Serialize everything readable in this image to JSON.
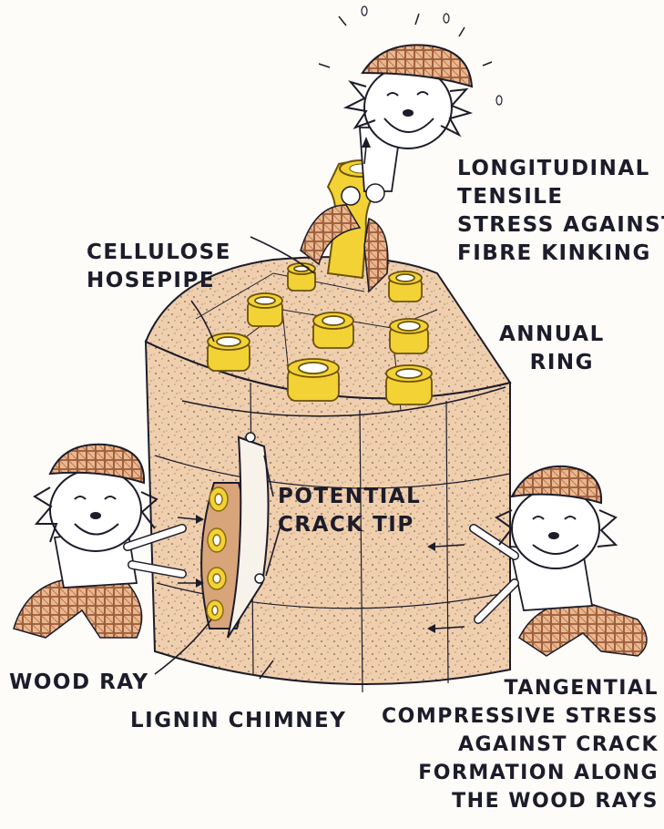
{
  "labels": {
    "longitudinal": [
      "LONGITUDINAL",
      "TENSILE",
      "STRESS AGAINST",
      "FIBRE KINKING"
    ],
    "cellulose": [
      "CELLULOSE",
      "HOSEPIPE"
    ],
    "annual": [
      "ANNUAL",
      "RING"
    ],
    "crack": [
      "POTENTIAL",
      "CRACK TIP"
    ],
    "wood_ray": "WOOD RAY",
    "lignin": "LIGNIN CHIMNEY",
    "tangential": [
      "TANGENTIAL",
      "COMPRESSIVE STRESS",
      "AGAINST CRACK",
      "FORMATION ALONG",
      "THE WOOD RAYS"
    ]
  },
  "colors": {
    "wood": "#f0cfae",
    "wood_dark": "#d8a47a",
    "tube": "#f2d234",
    "tube_dark": "#b89412",
    "plaid": "#c98a5e",
    "ink": "#1c1c2a"
  }
}
